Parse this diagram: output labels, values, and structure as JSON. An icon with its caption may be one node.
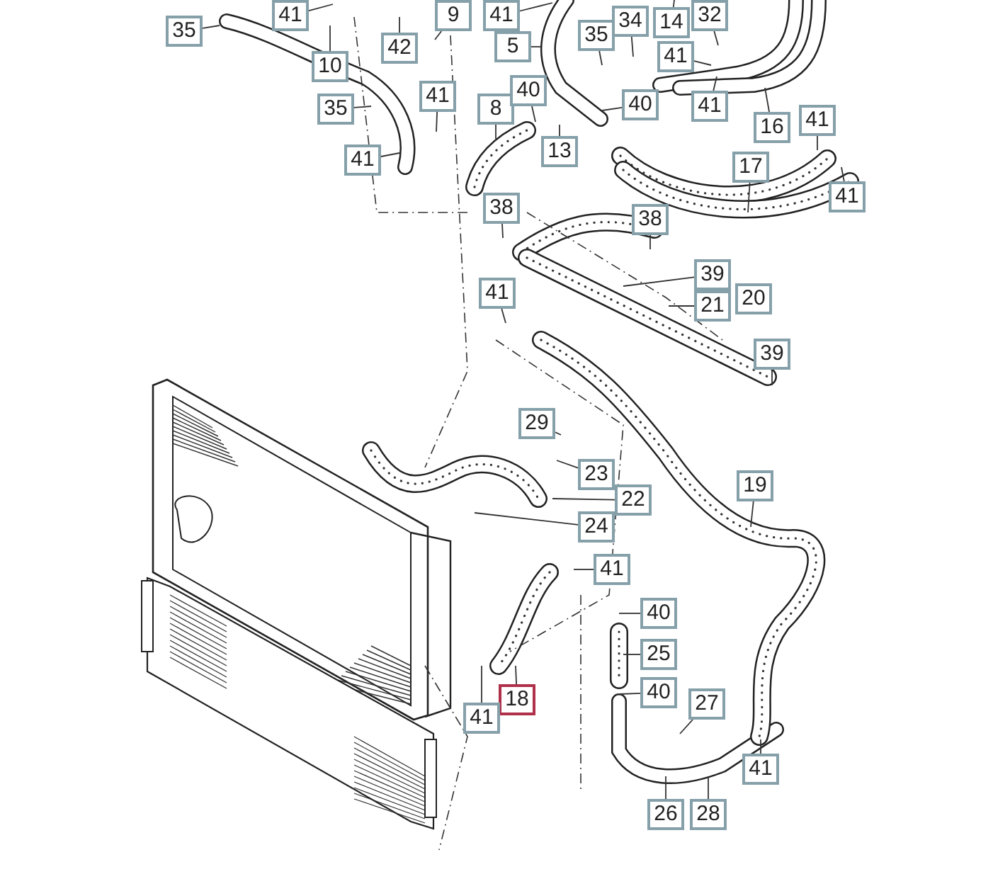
{
  "diagram": {
    "nodes": [
      {
        "text": [
          "35"
        ]
      },
      {
        "text": [
          "41"
        ]
      },
      {
        "text": [
          "10"
        ]
      },
      {
        "text": [
          "42"
        ]
      },
      {
        "text": [
          "9"
        ]
      },
      {
        "text": [
          "41"
        ]
      },
      {
        "text": [
          "5"
        ]
      },
      {
        "text": [
          "35"
        ]
      },
      {
        "text": [
          "34"
        ]
      },
      {
        "text": [
          "14"
        ]
      },
      {
        "text": [
          "32"
        ]
      },
      {
        "text": [
          "41"
        ]
      },
      {
        "text": [
          "35"
        ]
      },
      {
        "text": [
          "41"
        ]
      },
      {
        "text": [
          "8"
        ]
      },
      {
        "text": [
          "40"
        ]
      },
      {
        "text": [
          "13"
        ]
      },
      {
        "text": [
          "40"
        ]
      },
      {
        "text": [
          "41"
        ]
      },
      {
        "text": [
          "41"
        ]
      },
      {
        "text": [
          "16"
        ]
      },
      {
        "text": [
          "41"
        ]
      },
      {
        "text": [
          "17"
        ]
      },
      {
        "text": [
          "41"
        ]
      },
      {
        "text": [
          "38"
        ]
      },
      {
        "text": [
          "38"
        ]
      },
      {
        "text": [
          "39"
        ]
      },
      {
        "text": [
          "21"
        ]
      },
      {
        "text": [
          "20"
        ]
      },
      {
        "text": [
          "41"
        ]
      },
      {
        "text": [
          "39"
        ]
      },
      {
        "text": [
          "29"
        ]
      },
      {
        "text": [
          "23"
        ]
      },
      {
        "text": [
          "22"
        ]
      },
      {
        "text": [
          "19"
        ]
      },
      {
        "text": [
          "24"
        ]
      },
      {
        "text": [
          "41"
        ]
      },
      {
        "text": [
          "40"
        ]
      },
      {
        "text": [
          "25"
        ]
      },
      {
        "text": [
          "40"
        ]
      },
      {
        "text": [
          "18"
        ]
      },
      {
        "text": [
          "41"
        ]
      },
      {
        "text": [
          "27"
        ]
      },
      {
        "text": [
          "41"
        ]
      },
      {
        "text": [
          "26"
        ]
      },
      {
        "text": [
          "28"
        ]
      }
    ],
    "edges": [
      {
        "from": 0,
        "to": null,
        "arrow": "none"
      },
      {
        "from": 1,
        "to": null,
        "arrow": "none"
      },
      {
        "from": 2,
        "to": null,
        "arrow": "none"
      },
      {
        "from": 3,
        "to": null,
        "arrow": "none"
      },
      {
        "from": 4,
        "to": null,
        "arrow": "none"
      },
      {
        "from": 5,
        "to": null,
        "arrow": "none"
      },
      {
        "from": 6,
        "to": null,
        "arrow": "none"
      },
      {
        "from": 7,
        "to": null,
        "arrow": "none"
      },
      {
        "from": 8,
        "to": null,
        "arrow": "none"
      },
      {
        "from": 9,
        "to": null,
        "arrow": "none"
      },
      {
        "from": 10,
        "to": null,
        "arrow": "none"
      },
      {
        "from": 11,
        "to": null,
        "arrow": "none"
      },
      {
        "from": 12,
        "to": null,
        "arrow": "none"
      },
      {
        "from": 13,
        "to": null,
        "arrow": "none"
      },
      {
        "from": 14,
        "to": null,
        "arrow": "none"
      },
      {
        "from": 15,
        "to": null,
        "arrow": "none"
      },
      {
        "from": 16,
        "to": null,
        "arrow": "none"
      },
      {
        "from": 17,
        "to": null,
        "arrow": "none"
      },
      {
        "from": 18,
        "to": null,
        "arrow": "none"
      },
      {
        "from": 19,
        "to": null,
        "arrow": "none"
      },
      {
        "from": 20,
        "to": null,
        "arrow": "none"
      },
      {
        "from": 21,
        "to": null,
        "arrow": "none"
      },
      {
        "from": 22,
        "to": null,
        "arrow": "none"
      },
      {
        "from": 23,
        "to": null,
        "arrow": "none"
      },
      {
        "from": 24,
        "to": null,
        "arrow": "none"
      },
      {
        "from": 25,
        "to": null,
        "arrow": "none"
      },
      {
        "from": 26,
        "to": null,
        "arrow": "none"
      },
      {
        "from": 27,
        "to": null,
        "arrow": "none"
      },
      {
        "from": 29,
        "to": null,
        "arrow": "none"
      },
      {
        "from": 30,
        "to": null,
        "arrow": "none"
      },
      {
        "from": 31,
        "to": null,
        "arrow": "none"
      },
      {
        "from": 32,
        "to": null,
        "arrow": "none"
      },
      {
        "from": 33,
        "to": null,
        "arrow": "none"
      },
      {
        "from": 34,
        "to": null,
        "arrow": "none"
      },
      {
        "from": 35,
        "to": null,
        "arrow": "none"
      },
      {
        "from": 36,
        "to": null,
        "arrow": "none"
      },
      {
        "from": 37,
        "to": null,
        "arrow": "none"
      },
      {
        "from": 38,
        "to": null,
        "arrow": "none"
      },
      {
        "from": 39,
        "to": null,
        "arrow": "none"
      },
      {
        "from": 40,
        "to": null,
        "arrow": "none"
      },
      {
        "from": 41,
        "to": null,
        "arrow": "none"
      },
      {
        "from": 42,
        "to": null,
        "arrow": "none"
      },
      {
        "from": 43,
        "to": null,
        "arrow": "none"
      },
      {
        "from": 44,
        "to": null,
        "arrow": "none"
      },
      {
        "from": 45,
        "to": null,
        "arrow": "none"
      }
    ]
  }
}
